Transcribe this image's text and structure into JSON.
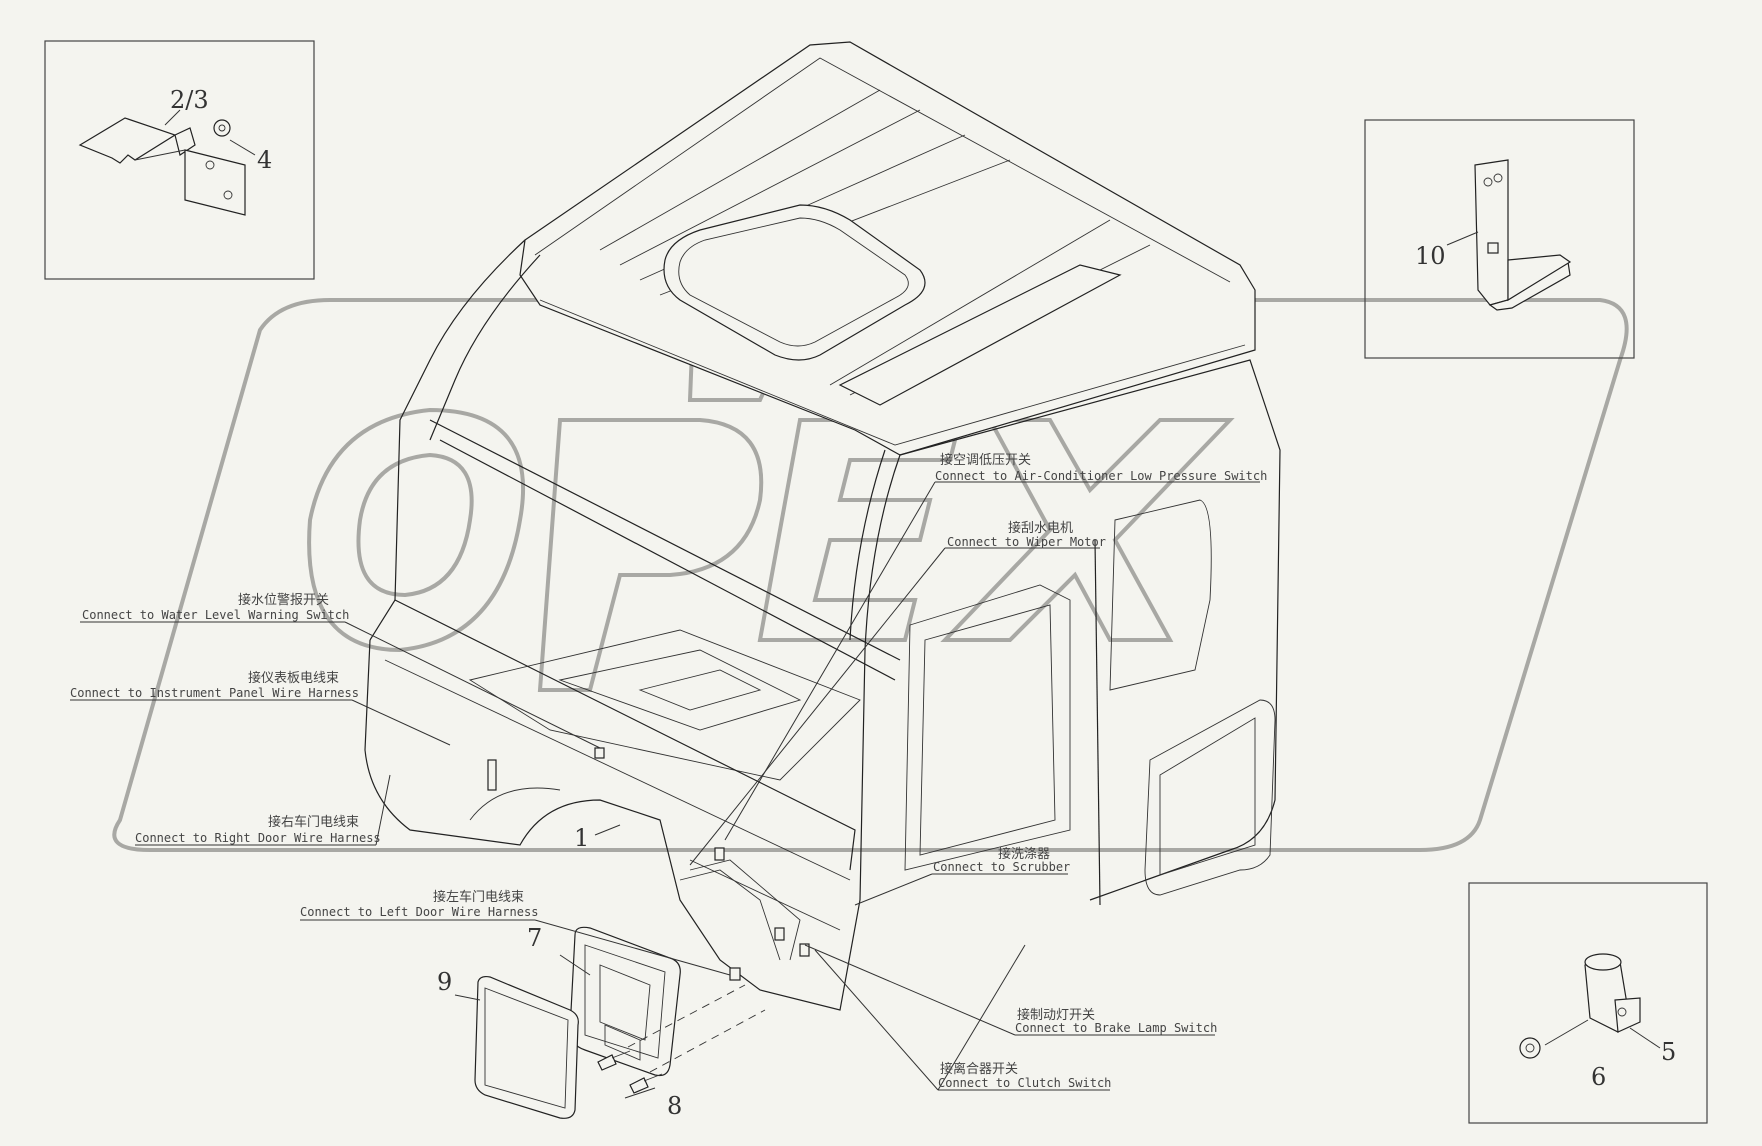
{
  "callouts": [
    {
      "zh": "接空调低压开关",
      "en": "Connect to Air-Conditioner Low Pressure Switch"
    },
    {
      "zh": "接刮水电机",
      "en": "Connect to Wiper Motor"
    },
    {
      "zh": "接水位警报开关",
      "en": "Connect to Water Level Warning Switch"
    },
    {
      "zh": "接仪表板电线束",
      "en": "Connect to Instrument Panel Wire Harness"
    },
    {
      "zh": "接右车门电线束",
      "en": "Connect to Right Door Wire Harness"
    },
    {
      "zh": "接洗涤器",
      "en": "Connect to Scrubber"
    },
    {
      "zh": "接左车门电线束",
      "en": "Connect to Left Door Wire Harness"
    },
    {
      "zh": "接制动灯开关",
      "en": "Connect to Brake Lamp Switch"
    },
    {
      "zh": "接离合器开关",
      "en": "Connect to Clutch Switch"
    }
  ],
  "part_numbers": {
    "p1": "1",
    "p23": "2/3",
    "p4": "4",
    "p5": "5",
    "p6": "6",
    "p7": "7",
    "p8": "8",
    "p9": "9",
    "p10": "10"
  },
  "watermark": "OPEX",
  "colors": {
    "background": "#f4f4ef",
    "line": "#222222",
    "watermark": "#6a6a66"
  }
}
